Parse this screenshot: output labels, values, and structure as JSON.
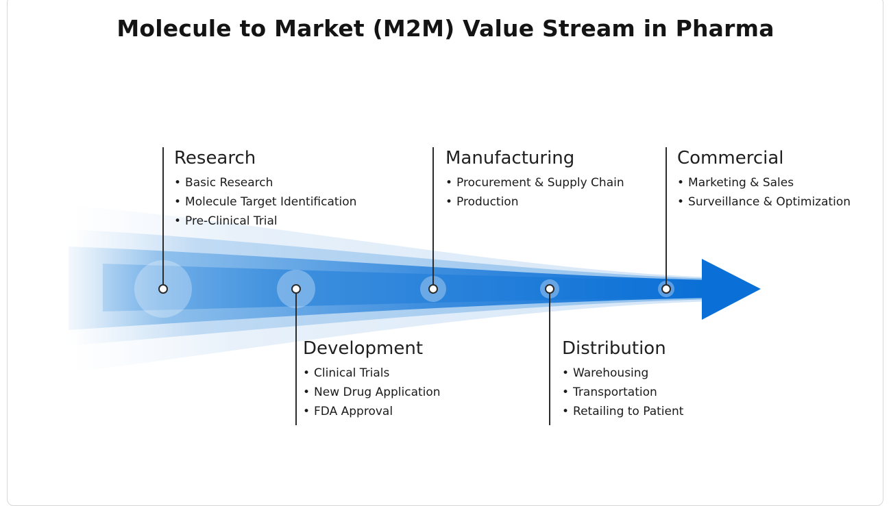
{
  "title": "Molecule to Market (M2M) Value Stream in Pharma",
  "colors": {
    "arrow_dark": "#0a6fd6",
    "arrow_light": "#d9e9f8",
    "line": "#2b2b2b"
  },
  "stages": [
    {
      "name": "Research",
      "items": [
        "Basic Research",
        "Molecule Target Identification",
        "Pre-Clinical Trial"
      ]
    },
    {
      "name": "Development",
      "items": [
        "Clinical Trials",
        "New Drug Application",
        "FDA Approval"
      ]
    },
    {
      "name": "Manufacturing",
      "items": [
        "Procurement & Supply Chain",
        "Production"
      ]
    },
    {
      "name": "Distribution",
      "items": [
        "Warehousing",
        "Transportation",
        "Retailing to Patient"
      ]
    },
    {
      "name": "Commercial",
      "items": [
        "Marketing & Sales",
        "Surveillance & Optimization"
      ]
    }
  ]
}
